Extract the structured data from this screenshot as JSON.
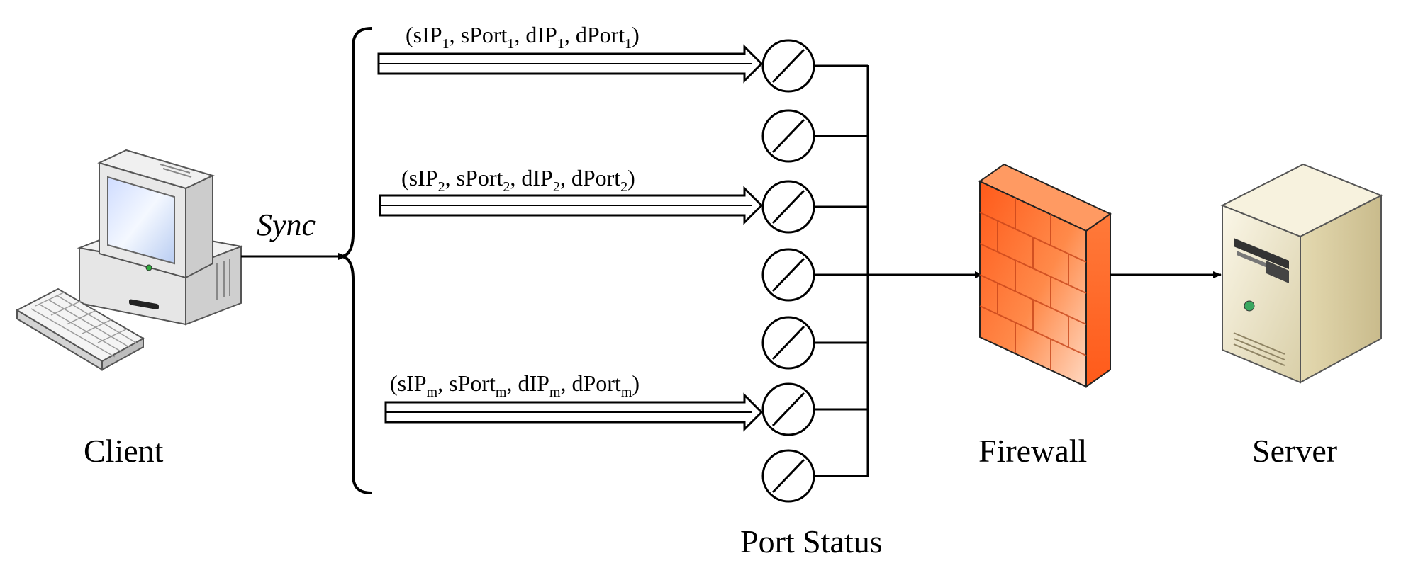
{
  "labels": {
    "client": "Client",
    "sync": "Sync",
    "port_status": "Port Status",
    "firewall": "Firewall",
    "server": "Server"
  },
  "tuples": [
    {
      "sip": "sIP",
      "sport": "sPort",
      "dip": "dIP",
      "dport": "dPort",
      "sub": "1"
    },
    {
      "sip": "sIP",
      "sport": "sPort",
      "dip": "dIP",
      "dport": "dPort",
      "sub": "2"
    },
    {
      "sip": "sIP",
      "sport": "sPort",
      "dip": "dIP",
      "dport": "dPort",
      "sub": "m"
    }
  ],
  "icons": {
    "client": "computer-icon",
    "firewall": "brick-wall-icon",
    "server": "server-tower-icon",
    "port": "blocked-port-icon"
  },
  "colors": {
    "firewall_main": "#ff6a2a",
    "firewall_light": "#ffd3b8",
    "server_body": "#efe7c8",
    "client_screen": "#dfeaff",
    "line": "#000000"
  }
}
